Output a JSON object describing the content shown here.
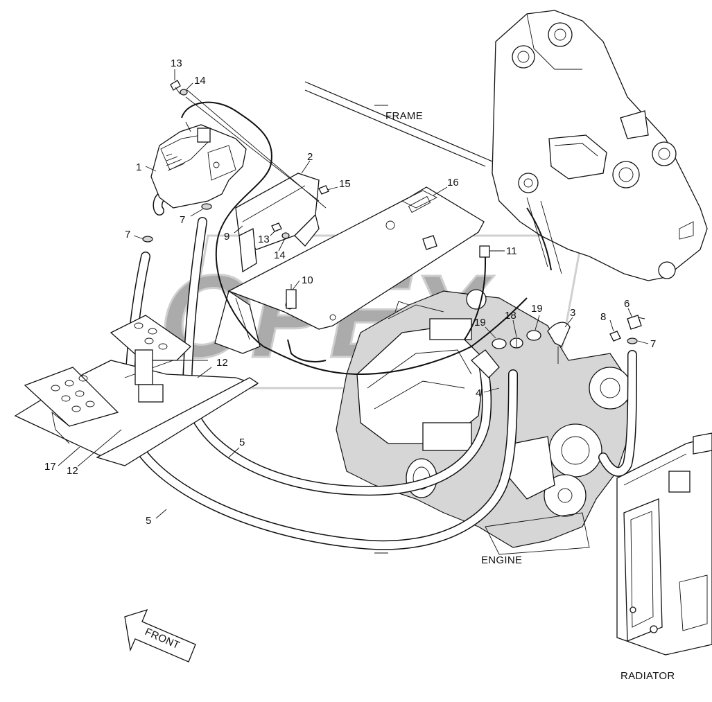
{
  "captions": {
    "frame": "FRAME",
    "engine": "ENGINE",
    "radiator": "RADIATOR",
    "front": "FRONT"
  },
  "callouts": {
    "p1": "1",
    "p2": "2",
    "p3": "3",
    "p4": "4",
    "p5a": "5",
    "p5b": "5",
    "p6": "6",
    "p7a": "7",
    "p7b": "7",
    "p7c": "7",
    "p8": "8",
    "p9": "9",
    "p10": "10",
    "p11": "11",
    "p12a": "12",
    "p12b": "12",
    "p13a": "13",
    "p13b": "13",
    "p14a": "14",
    "p14b": "14",
    "p15": "15",
    "p16": "16",
    "p17": "17",
    "p18": "18",
    "p19a": "19",
    "p19b": "19"
  },
  "watermark": "OPEX"
}
